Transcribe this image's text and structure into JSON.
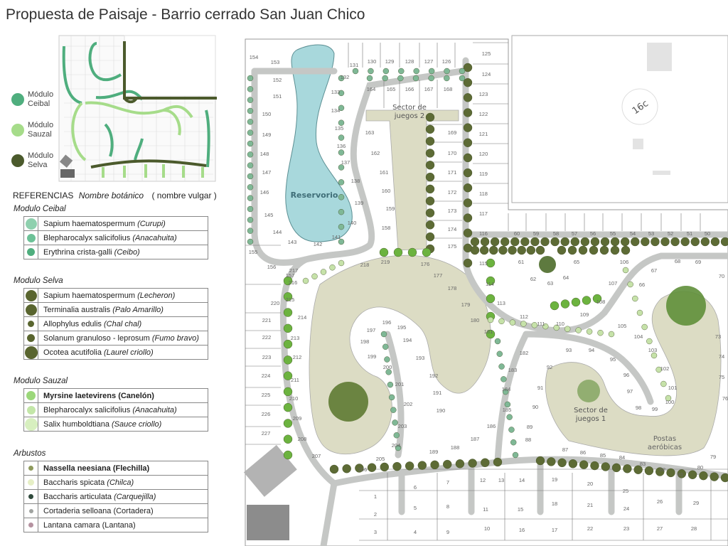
{
  "title": "Propuesta de Paisaje - Barrio cerrado San Juan Chico",
  "module_key": [
    {
      "line1": "Módulo",
      "line2": "Ceibal",
      "color": "#4fae7e"
    },
    {
      "line1": "Módulo",
      "line2": "Sauzal",
      "color": "#a6dc8a"
    },
    {
      "line1": "Módulo",
      "line2": "Selva",
      "color": "#4b5a2c"
    }
  ],
  "references": {
    "label": "REFERENCIAS",
    "botanical": "Nombre botánico",
    "common": "( nombre vulgar )"
  },
  "sections": [
    {
      "title": "Modulo Ceibal",
      "items": [
        {
          "botanical": "Sapium haematospermum",
          "common": "(Curupi)",
          "symbol_color": "#8fd0ae",
          "common_italic": true
        },
        {
          "botanical": "Blepharocalyx salicifolius",
          "common": "(Anacahuita)",
          "symbol_color": "#6cc197",
          "common_italic": true
        },
        {
          "botanical": "Erythrina crista-galli",
          "common": "(Ceibo)",
          "symbol_color": "#4fae7e",
          "common_italic": true
        }
      ]
    },
    {
      "title": "Modulo Selva",
      "items": [
        {
          "botanical": "Sapium haematospermum",
          "common": "(Lecheron)",
          "symbol_color": "#59652f",
          "common_italic": true
        },
        {
          "botanical": "Terminalia australis",
          "common": "(Palo Amarillo)",
          "symbol_color": "#59652f",
          "common_italic": true
        },
        {
          "botanical": "Allophylus edulis",
          "common": "(Chal chal)",
          "symbol_color": "#59652f",
          "common_italic": true
        },
        {
          "botanical": "Solanum granuloso - leprosum",
          "common": "(Fumo bravo)",
          "symbol_color": "#59652f",
          "common_italic": true
        },
        {
          "botanical": "Ocotea acutifolia",
          "common": "(Laurel criollo)",
          "symbol_color": "#59652f",
          "common_italic": true
        }
      ]
    },
    {
      "title": "Modulo Sauzal",
      "items": [
        {
          "botanical": "Myrsine laetevirens",
          "common": "(Canelón)",
          "symbol_color": "#9bd77a",
          "common_italic": false
        },
        {
          "botanical": "Blepharocalyx salicifolius",
          "common": "(Anacahuita)",
          "symbol_color": "#c3e6a8",
          "common_italic": true
        },
        {
          "botanical": "Salix humboldtiana",
          "common": "(Sauce criollo)",
          "symbol_color": "#d7efbf",
          "common_italic": true
        }
      ]
    },
    {
      "title": "Arbustos",
      "items": [
        {
          "botanical": "Nassella neesiana",
          "common": "(Flechilla)",
          "symbol_color": "#8e9a5c",
          "common_italic": false
        },
        {
          "botanical": "Baccharis spicata",
          "common": "(Chilca)",
          "symbol_color": "#e6efc6",
          "common_italic": true
        },
        {
          "botanical": "Baccharis articulata",
          "common": "(Carquejilla)",
          "symbol_color": "#2f4a3c",
          "common_italic": true
        },
        {
          "botanical": "Cortaderia selloana",
          "common": "(Cortadera)",
          "symbol_color": "#a0a3a0",
          "common_italic": false
        },
        {
          "botanical": "Lantana camara",
          "common": "(Lantana)",
          "symbol_color": "#b592a0",
          "common_italic": false
        }
      ]
    }
  ],
  "map": {
    "labels": {
      "reservoir": "Reservorio",
      "playground2_l1": "Sector de",
      "playground2_l2": "juegos 2",
      "playground1_l1": "Sector de",
      "playground1_l2": "juegos 1",
      "aerobic_l1": "Postas",
      "aerobic_l2": "aeróbicas",
      "plot": "16c"
    },
    "lots": [
      "1",
      "2",
      "3",
      "4",
      "5",
      "6",
      "7",
      "8",
      "9",
      "10",
      "11",
      "12",
      "13",
      "14",
      "15",
      "16",
      "17",
      "18",
      "19",
      "20",
      "21",
      "22",
      "23",
      "24",
      "25",
      "26",
      "27",
      "28",
      "29",
      "50",
      "51",
      "52",
      "53",
      "54",
      "55",
      "56",
      "57",
      "58",
      "59",
      "60",
      "61",
      "62",
      "63",
      "64",
      "65",
      "66",
      "67",
      "68",
      "69",
      "70",
      "73",
      "74",
      "75",
      "76",
      "79",
      "80",
      "81",
      "82",
      "83",
      "84",
      "85",
      "86",
      "87",
      "88",
      "89",
      "90",
      "91",
      "92",
      "93",
      "94",
      "95",
      "96",
      "97",
      "98",
      "99",
      "100",
      "101",
      "102",
      "103",
      "104",
      "105",
      "106",
      "107",
      "108",
      "109",
      "110",
      "111",
      "112",
      "113",
      "114",
      "115",
      "116",
      "117",
      "118",
      "119",
      "120",
      "121",
      "122",
      "123",
      "124",
      "125",
      "126",
      "127",
      "128",
      "129",
      "130",
      "131",
      "132",
      "133",
      "134",
      "135",
      "136",
      "137",
      "138",
      "139",
      "140",
      "141",
      "142",
      "143",
      "144",
      "145",
      "146",
      "147",
      "148",
      "149",
      "150",
      "151",
      "152",
      "153",
      "154",
      "155",
      "156",
      "157",
      "158",
      "159",
      "160",
      "161",
      "162",
      "163",
      "164",
      "165",
      "166",
      "167",
      "168",
      "169",
      "170",
      "171",
      "172",
      "173",
      "174",
      "175",
      "176",
      "177",
      "178",
      "179",
      "180",
      "181",
      "182",
      "183",
      "184",
      "185",
      "186",
      "187",
      "188",
      "189",
      "190",
      "191",
      "192",
      "193",
      "194",
      "195",
      "196",
      "197",
      "198",
      "199",
      "200",
      "201",
      "202",
      "203",
      "204",
      "205",
      "206",
      "207",
      "208",
      "209",
      "210",
      "211",
      "212",
      "213",
      "214",
      "215",
      "216",
      "217",
      "218",
      "219",
      "220",
      "221",
      "222",
      "223",
      "224",
      "225",
      "226",
      "227"
    ]
  }
}
